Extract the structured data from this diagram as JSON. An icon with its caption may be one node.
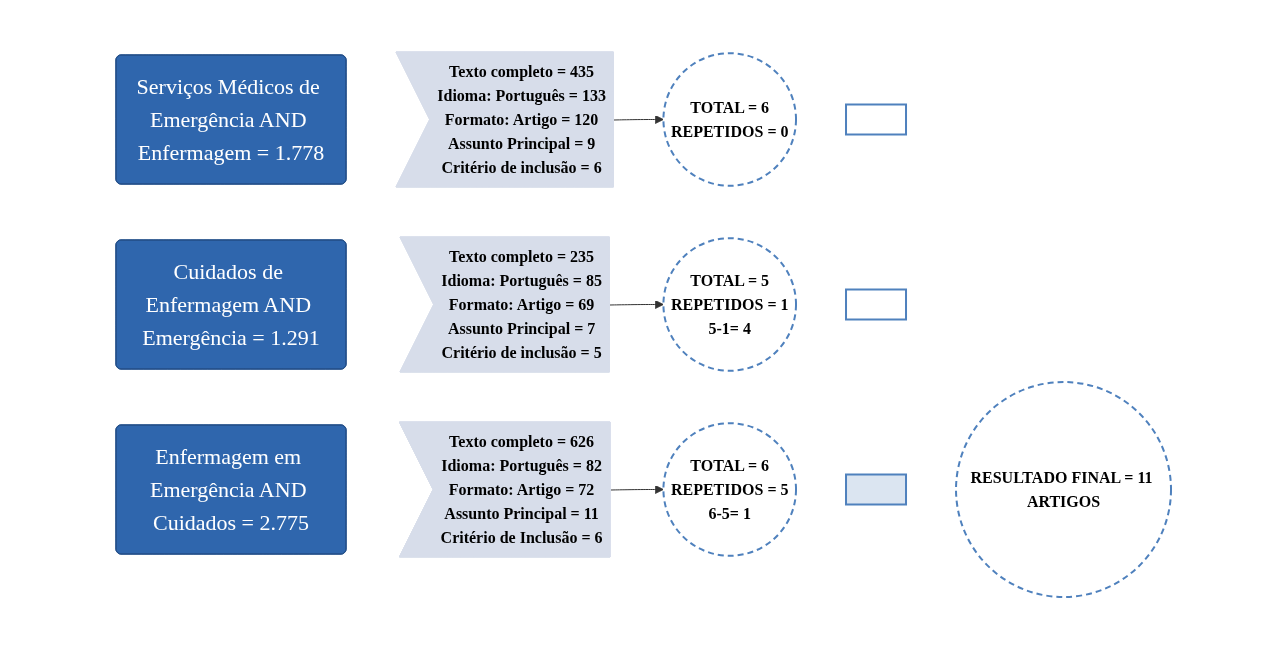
{
  "diagram": {
    "nodes": [
      {
        "text": [
          "Serviços Médicos de Emergência AND Enfermagem = 1.778"
        ]
      },
      {
        "text": [
          "Texto completo = 435",
          "Idioma: Português = 133",
          "Formato: Artigo = 120",
          "Assunto Principal = 9",
          "Critério de inclusão = 6"
        ]
      },
      {
        "text": [
          "TOTAL = 6",
          "REPETIDOS = 0"
        ]
      },
      {
        "text": [],
        "shape": "plus"
      },
      {
        "text": [
          "Cuidados de Enfermagem AND Emergência = 1.291"
        ]
      },
      {
        "text": [
          "Texto completo = 235",
          "Idioma: Português = 85",
          "Formato: Artigo = 69",
          "Assunto Principal = 7",
          "Critério de inclusão = 5"
        ]
      },
      {
        "text": [
          "TOTAL = 5",
          "REPETIDOS = 1",
          "5-1= 4"
        ]
      },
      {
        "text": [],
        "shape": "plus"
      },
      {
        "text": [
          "Enfermagem em Emergência AND Cuidados = 2.775"
        ]
      },
      {
        "text": [
          "Texto completo = 626",
          "Idioma: Português = 82",
          "Formato: Artigo = 72",
          "Assunto Principal = 11",
          "Critério de Inclusão = 6"
        ]
      },
      {
        "text": [
          "TOTAL = 6",
          "REPETIDOS = 5",
          "6-5= 1"
        ]
      },
      {
        "text": [],
        "shape": "equals"
      },
      {
        "text": [
          "RESULTADO FINAL = 11 ARTIGOS"
        ]
      }
    ],
    "edges": [
      {
        "from": 1,
        "to": 2,
        "arrow": "to"
      },
      {
        "from": 5,
        "to": 6,
        "arrow": "to"
      },
      {
        "from": 9,
        "to": 10,
        "arrow": "to"
      }
    ]
  }
}
